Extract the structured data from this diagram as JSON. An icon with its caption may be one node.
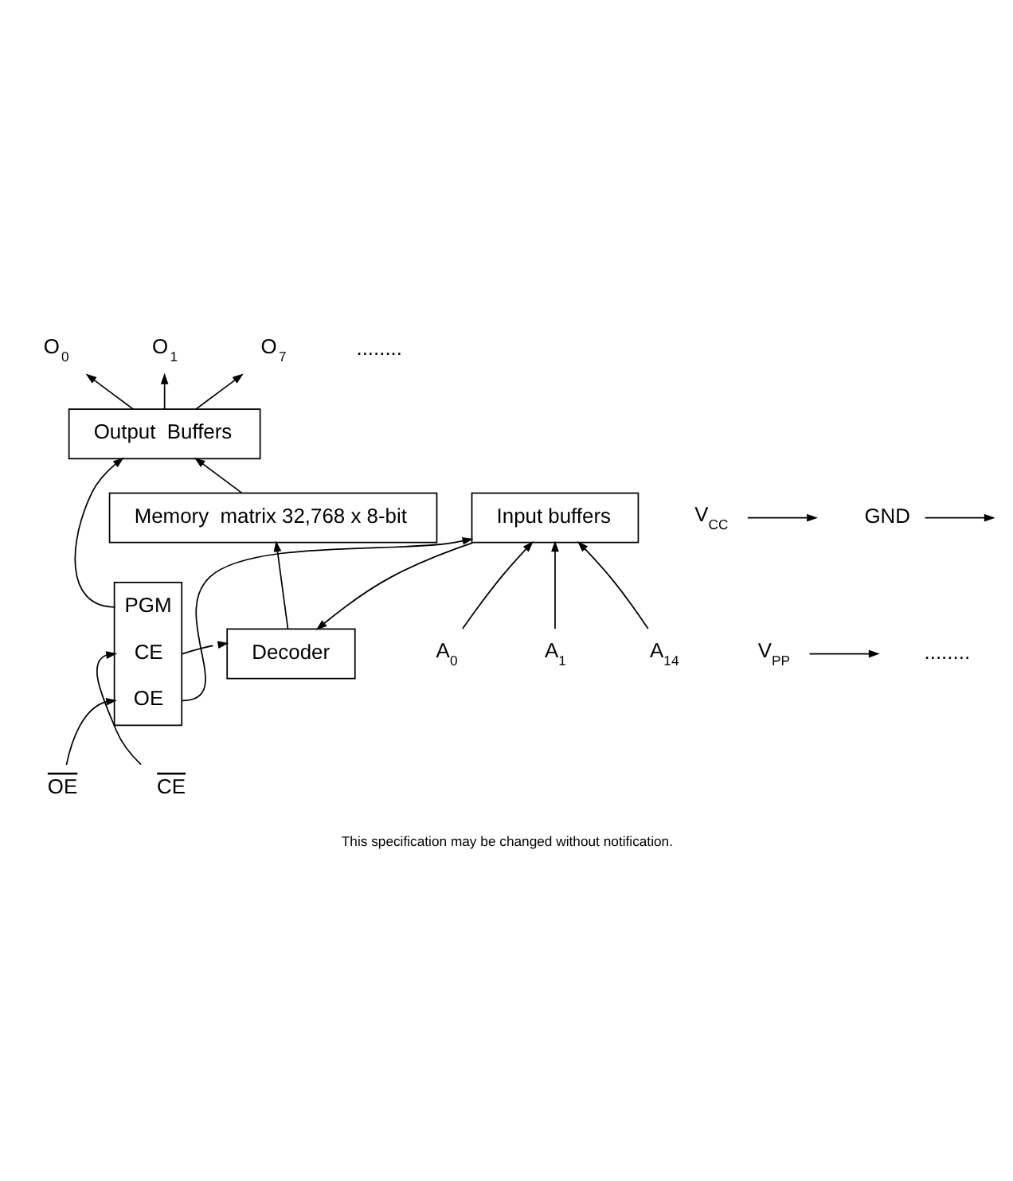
{
  "diagram": {
    "caption": "This specification may be changed without notification.",
    "nodes": [
      {
        "text": [
          "O$_{0}$"
        ]
      },
      {
        "text": [
          "O$_{1}$"
        ]
      },
      {
        "text": [
          "O$_{7}$"
        ]
      },
      {
        "text": [
          "Output  Buffers"
        ]
      },
      {
        "text": [
          "Memory  matrix 32,768 x 8-bit"
        ]
      },
      {
        "text": [
          "PGM",
          "CE",
          "OE"
        ]
      },
      {
        "text": [
          "Decoder"
        ]
      },
      {
        "text": [
          "CE"
        ]
      },
      {
        "text": [
          "OE"
        ]
      },
      {
        "text": [
          "Input buffers"
        ]
      },
      {
        "text": [
          "V$_{CC}$"
        ]
      },
      {
        "text": [
          "V$_{PP}$"
        ]
      },
      {
        "text": [
          "GND"
        ]
      },
      {
        "text": [
          "A$_{0}$"
        ]
      },
      {
        "text": [
          "A$_{1}$"
        ]
      },
      {
        "text": [
          "A$_{14}$"
        ]
      }
    ],
    "edges": [
      {
        "from": 3,
        "to": 0,
        "arrow": "to"
      },
      {
        "from": 3,
        "to": 1,
        "arrow": "to"
      },
      {
        "from": 3,
        "to": 2,
        "arrow": "to"
      },
      {
        "from": 5,
        "to": 3,
        "arrow": "to"
      },
      {
        "from": 4,
        "to": 3,
        "arrow": "to"
      },
      {
        "from": 6,
        "to": 4,
        "arrow": "to"
      },
      {
        "from": 9,
        "to": 6,
        "arrow": "to"
      },
      {
        "from": 7,
        "to": 5,
        "arrow": "to"
      },
      {
        "from": 8,
        "to": 5,
        "arrow": "to"
      },
      {
        "from": 5,
        "to": 6,
        "arrow": "to"
      },
      {
        "from": 5,
        "to": 9,
        "arrow": "to"
      },
      {
        "from": 10,
        "to": null,
        "arrow": "to"
      },
      {
        "from": 11,
        "to": null,
        "arrow": "to"
      },
      {
        "from": 12,
        "to": null,
        "arrow": "to"
      },
      {
        "from": 13,
        "to": 9,
        "arrow": "to"
      },
      {
        "from": 14,
        "to": 9,
        "arrow": "to"
      },
      {
        "from": 15,
        "to": 9,
        "arrow": "to"
      }
    ],
    "labels": [
      "........",
      "........"
    ]
  }
}
